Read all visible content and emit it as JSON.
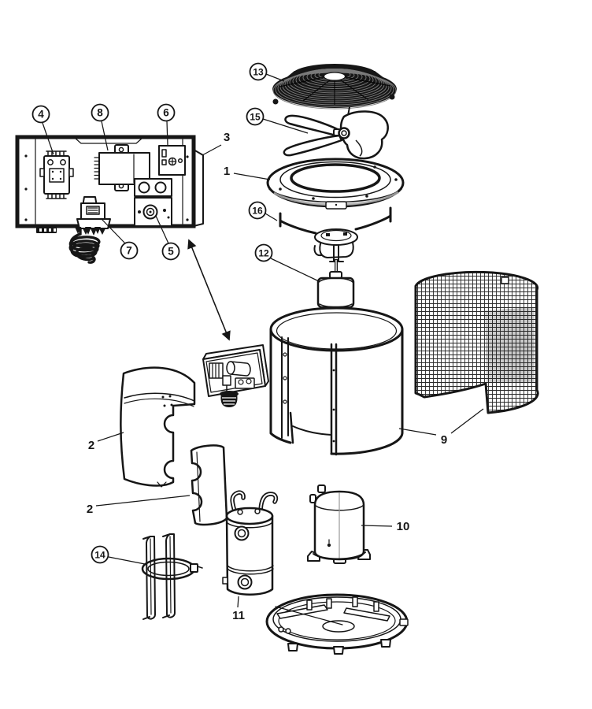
{
  "diagram": {
    "kind": "exploded-parts-diagram",
    "background_color": "#ffffff",
    "line_color": "#161616",
    "mesh_color": "#222222"
  },
  "callouts": [
    {
      "label": "4",
      "circled": true
    },
    {
      "label": "8",
      "circled": true
    },
    {
      "label": "6",
      "circled": true
    },
    {
      "label": "3",
      "circled": false
    },
    {
      "label": "7",
      "circled": true
    },
    {
      "label": "5",
      "circled": true
    },
    {
      "label": "13",
      "circled": true
    },
    {
      "label": "15",
      "circled": true
    },
    {
      "label": "1",
      "circled": false
    },
    {
      "label": "16",
      "circled": true
    },
    {
      "label": "12",
      "circled": true
    },
    {
      "label": "2",
      "circled": false
    },
    {
      "label": "2",
      "circled": false
    },
    {
      "label": "9",
      "circled": false
    },
    {
      "label": "10",
      "circled": false
    },
    {
      "label": "11",
      "circled": false
    },
    {
      "label": "14",
      "circled": true
    }
  ]
}
